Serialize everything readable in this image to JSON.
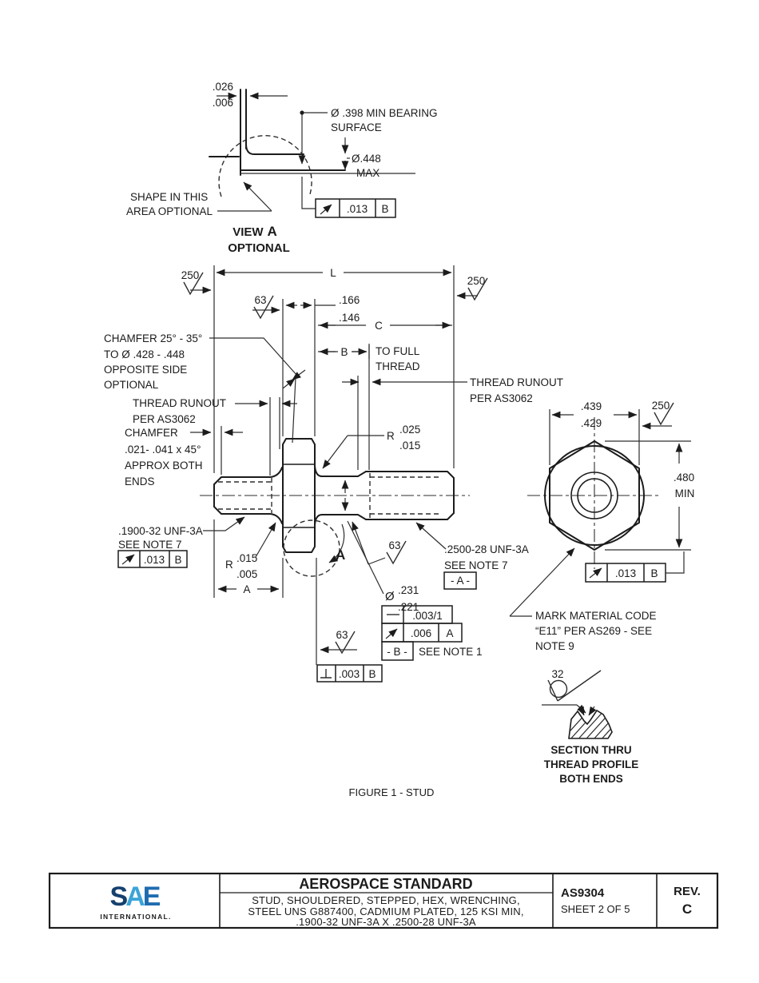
{
  "view_a": {
    "gap_upper": ".026",
    "gap_lower": ".006",
    "bearing_line1": "Ø .398 MIN BEARING",
    "bearing_line2": "SURFACE",
    "flange_dia_line1": "Ø.448",
    "flange_dia_line2": "MAX",
    "shape_note_line1": "SHAPE IN THIS",
    "shape_note_line2": "AREA OPTIONAL",
    "title_word": "VIEW",
    "title_letter": "A",
    "subtitle": "OPTIONAL"
  },
  "finishes": {
    "f250": "250",
    "f63": "63",
    "f32": "32"
  },
  "dims": {
    "L": "L",
    "C": "C",
    "B": "B",
    "A": "A",
    "hex_width_upper": ".166",
    "hex_width_lower": ".146",
    "to_full_thread_line1": "TO FULL",
    "to_full_thread_line2": "THREAD",
    "thread_runout_line1": "THREAD RUNOUT",
    "thread_runout_line2": "PER AS3062",
    "radius_prefix": "R",
    "shoulder_radius_upper": ".025",
    "shoulder_radius_lower": ".015",
    "neck_radius_upper": ".015",
    "neck_radius_lower": ".005",
    "shank_dia_prefix": "Ø",
    "shank_dia_upper": ".231",
    "shank_dia_lower": ".221",
    "hex_flats_upper": ".439",
    "hex_flats_lower": ".429",
    "hex_corners": ".480",
    "hex_corners_qual": "MIN"
  },
  "notes": {
    "chamfer_hex": [
      "CHAMFER 25° - 35°",
      "TO Ø .428 - .448",
      "OPPOSITE SIDE",
      "OPTIONAL"
    ],
    "chamfer_ends": [
      "CHAMFER",
      ".021- .041 x 45°",
      "APPROX BOTH",
      "ENDS"
    ],
    "thread_small": [
      ".1900-32 UNF-3A",
      "SEE NOTE 7"
    ],
    "thread_large": [
      ".2500-28 UNF-3A",
      "SEE NOTE 7"
    ],
    "see_note_1": "SEE NOTE 1",
    "mark_code": [
      "MARK MATERIAL CODE",
      "“E11” PER  AS269 - SEE",
      "NOTE 9"
    ]
  },
  "fcf": {
    "bearing": {
      "value": ".013",
      "datum": "B"
    },
    "small_thread": {
      "value": ".013",
      "datum": "B"
    },
    "hex_face": {
      "value": ".013",
      "datum": "B"
    },
    "straightness": {
      "value": ".003/1"
    },
    "runout_shank": {
      "value": ".006",
      "datum": "A"
    },
    "perpendicularity": {
      "value": ".003",
      "datum": "B"
    },
    "datum_a": "- A -",
    "datum_b": "- B -"
  },
  "view_marker_letter": "A",
  "section": {
    "caption": [
      "SECTION THRU",
      "THREAD PROFILE",
      "BOTH ENDS"
    ]
  },
  "figure_caption": "FIGURE 1 - STUD",
  "title_block": {
    "title": "AEROSPACE STANDARD",
    "subtitle_lines": [
      "STUD, SHOULDERED, STEPPED, HEX, WRENCHING,",
      "STEEL UNS G887400, CADMIUM PLATED, 125 KSI MIN,",
      ".1900-32 UNF-3A X .2500-28 UNF-3A"
    ],
    "document_number": "AS9304",
    "sheet": "SHEET 2 OF 5",
    "rev_label": "REV.",
    "rev_value": "C",
    "logo": {
      "letters": [
        "S",
        "A",
        "E"
      ],
      "tagline": "INTERNATIONAL.",
      "colors": {
        "s": "#16406e",
        "a": "#3ba4d8",
        "e": "#1e6cb0",
        "tagline": "#16406e"
      }
    }
  }
}
